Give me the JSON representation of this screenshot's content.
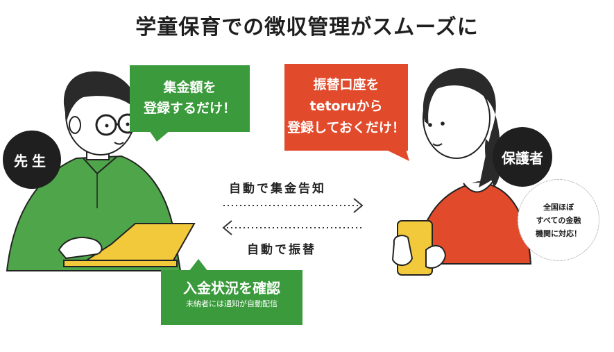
{
  "title": "学童保育での徴収管理がスムーズに",
  "badges": {
    "teacher": "先生",
    "parent": "保護者"
  },
  "bubbles": {
    "teacher_top": [
      "集金額を",
      "登録するだけ！"
    ],
    "parent_top": [
      "振替口座を",
      "tetoruから",
      "登録しておくだけ！"
    ],
    "teacher_bottom": {
      "main": "入金状況を確認",
      "sub": "未納者には通知が自動配信"
    }
  },
  "flow": {
    "top": "自動で集金告知",
    "bottom": "自動で振替"
  },
  "note": [
    "全国ほぼ",
    "すべての金融",
    "機関に対応！"
  ],
  "colors": {
    "green": "#3a9a3c",
    "red": "#e14a2a",
    "yellow": "#f1c93b",
    "dark": "#1f1f1f"
  }
}
